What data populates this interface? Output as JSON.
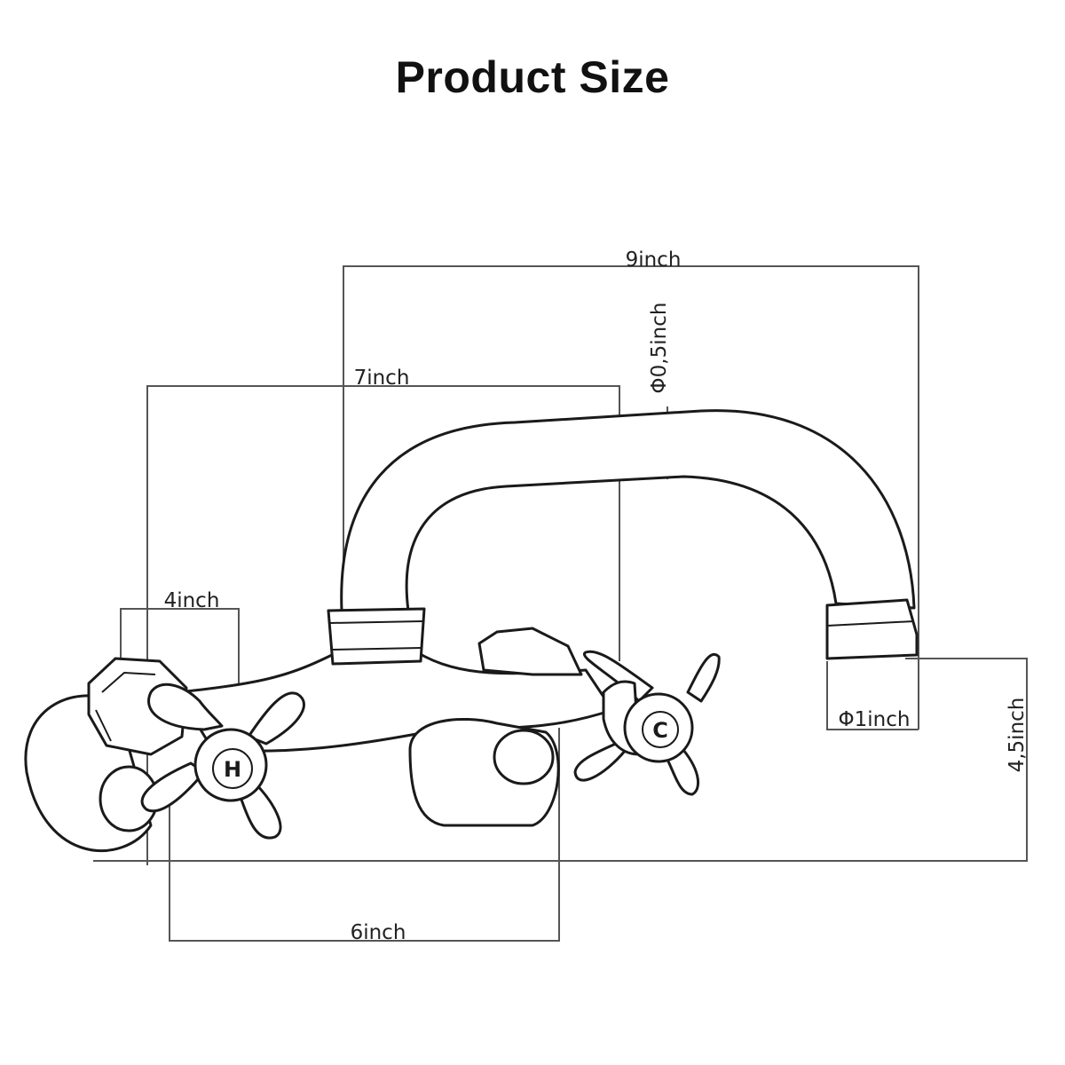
{
  "title": "Product Size",
  "dimensions": {
    "spout_reach": "9inch",
    "spout_diameter": "Φ0,5inch",
    "overall_width": "7inch",
    "handle_width": "4inch",
    "outlet_diameter": "Φ1inch",
    "height": "4,5inch",
    "center_spacing": "6inch"
  },
  "handles": {
    "hot_label": "H",
    "cold_label": "C"
  }
}
